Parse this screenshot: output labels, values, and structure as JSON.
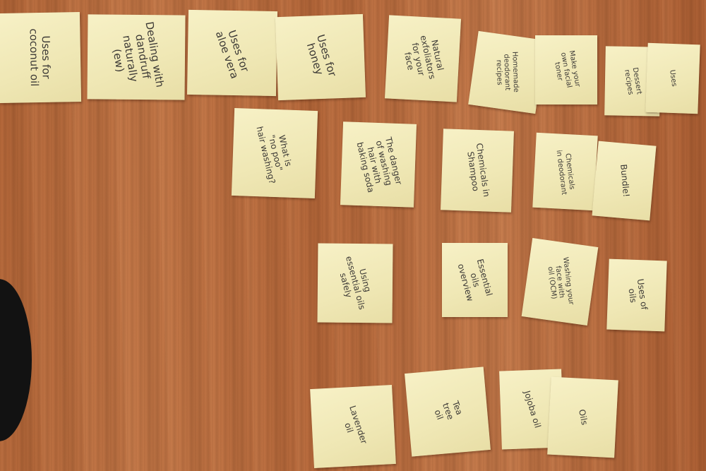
{
  "notes": [
    {
      "text": "Uses for\ncoconut oil"
    },
    {
      "text": "Dealing with\ndandruff\nnaturally\n(ew)"
    },
    {
      "text": "Uses for\naloe vera"
    },
    {
      "text": "Uses for\nhoney"
    },
    {
      "text": "Natural\nexfoliators\nfor your\nface"
    },
    {
      "text": "Homemade\ndeodorant\nrecipes"
    },
    {
      "text": "Make your\nown facial\ntoner"
    },
    {
      "text": "Dessert\nrecipes"
    },
    {
      "text": "Uses"
    },
    {
      "text": "What is\n\"no poo\"\nhair washing?"
    },
    {
      "text": "The danger\nof washing\nhair with\nbaking soda"
    },
    {
      "text": "Chemicals in\nShampoo"
    },
    {
      "text": "Chemicals\nin deodorant"
    },
    {
      "text": "Bundle!"
    },
    {
      "text": "Using\nessential oils\nsafely"
    },
    {
      "text": "Essential\noils\noverview"
    },
    {
      "text": "Washing your\nface with\noil (OCM)"
    },
    {
      "text": "Uses of\noils"
    },
    {
      "text": "Lavender\noil"
    },
    {
      "text": "Tea\ntree\noil"
    },
    {
      "text": "Jojoba oil"
    },
    {
      "text": "Oils"
    }
  ]
}
